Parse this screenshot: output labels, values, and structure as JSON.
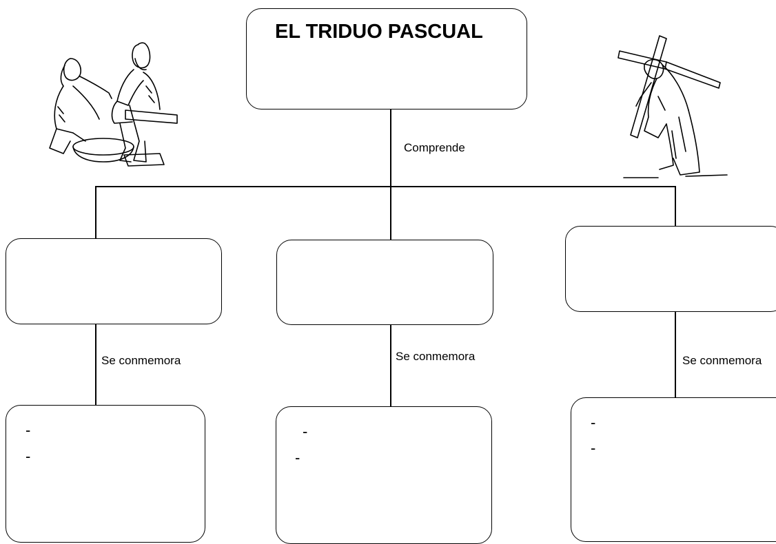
{
  "title": "EL TRIDUO PASCUAL",
  "connector_top": "Comprende",
  "columns": [
    {
      "connector": "Se conmemora",
      "bullets": [
        "-",
        "-"
      ]
    },
    {
      "connector": "Se conmemora",
      "bullets": [
        "-",
        "-"
      ]
    },
    {
      "connector": "Se conmemora",
      "bullets": [
        "-",
        "-"
      ]
    }
  ],
  "illustrations": [
    "foot-washing-illustration",
    "cross-bearing-illustration"
  ]
}
